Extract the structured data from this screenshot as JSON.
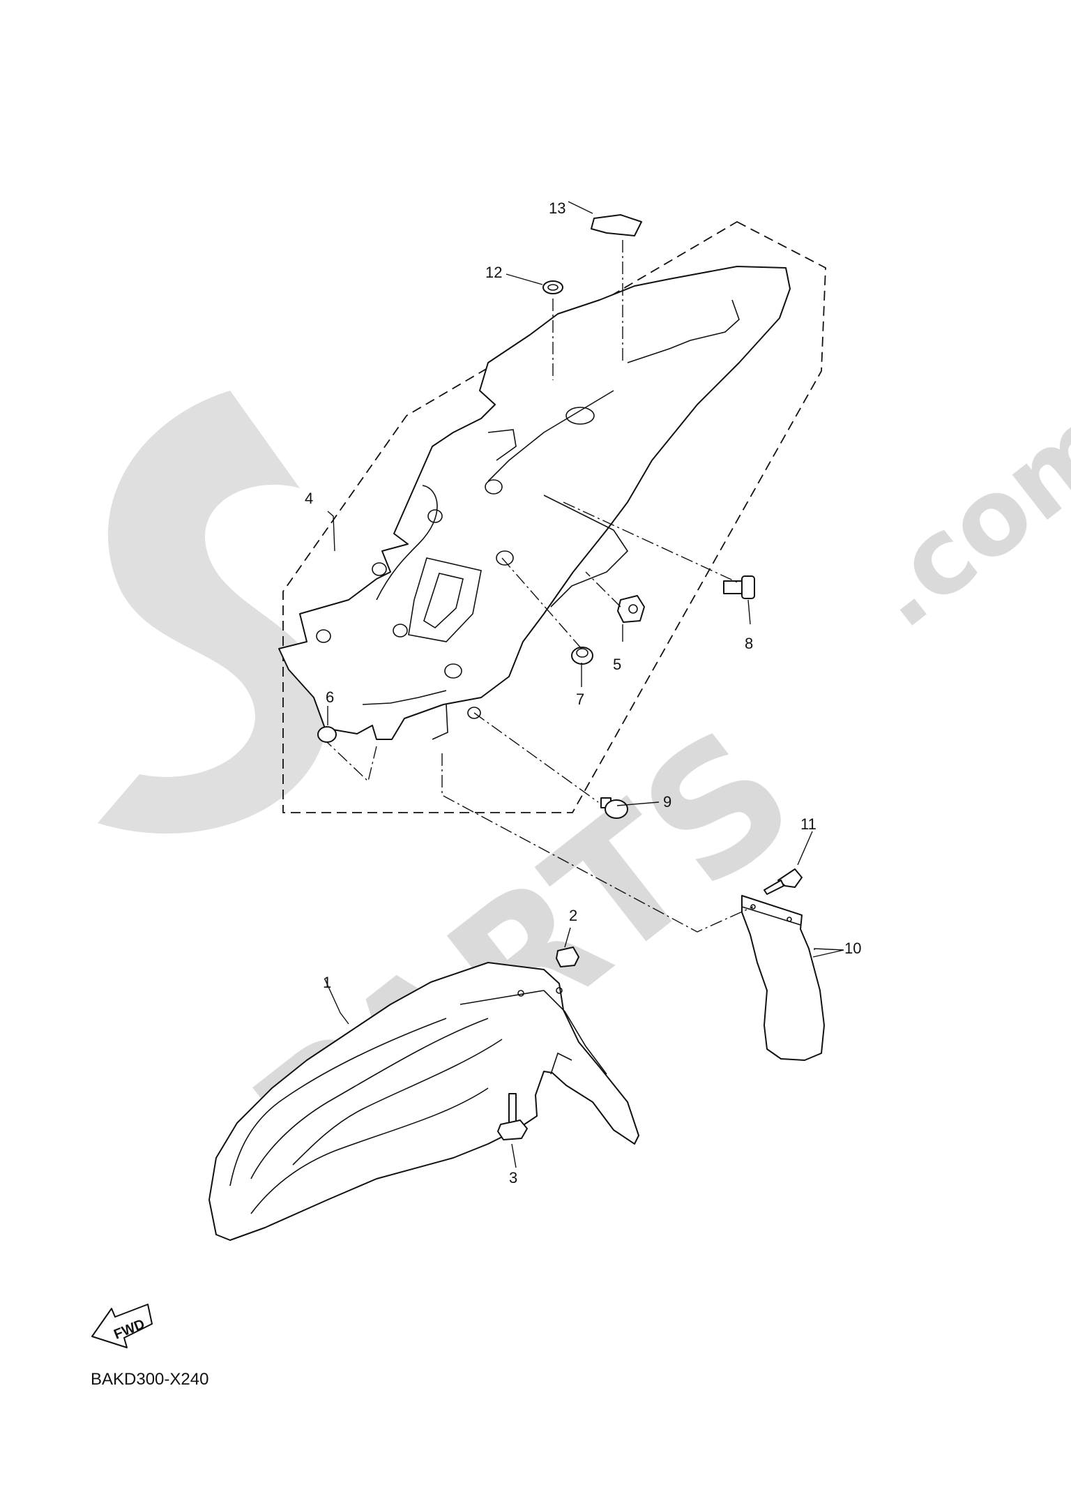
{
  "watermark": {
    "brand": "PARTS",
    "domain": ".com"
  },
  "callouts": {
    "c1": "1",
    "c2": "2",
    "c3": "3",
    "c4": "4",
    "c5": "5",
    "c6": "6",
    "c7": "7",
    "c8": "8",
    "c9": "9",
    "c10": "10",
    "c11": "11",
    "c12": "12",
    "c13": "13"
  },
  "fwd_label": "FWD",
  "diagram_code": "BAKD300-X240"
}
